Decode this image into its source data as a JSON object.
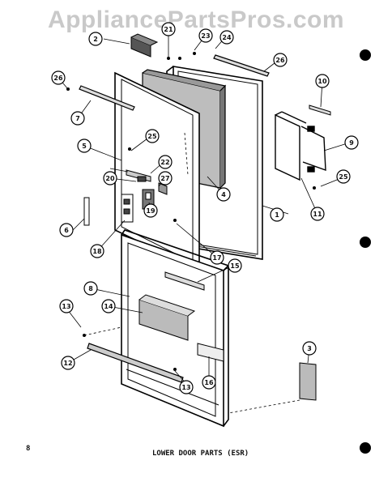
{
  "watermark": "AppliancePartsPros.com",
  "page_number": "8",
  "diagram_title": "LOWER DOOR PARTS (ESR)",
  "callouts": [
    "1",
    "2",
    "3",
    "4",
    "5",
    "6",
    "7",
    "8",
    "9",
    "10",
    "11",
    "12",
    "13",
    "13",
    "14",
    "15",
    "16",
    "17",
    "18",
    "19",
    "20",
    "21",
    "22",
    "23",
    "24",
    "25",
    "25",
    "26",
    "26",
    "27"
  ]
}
